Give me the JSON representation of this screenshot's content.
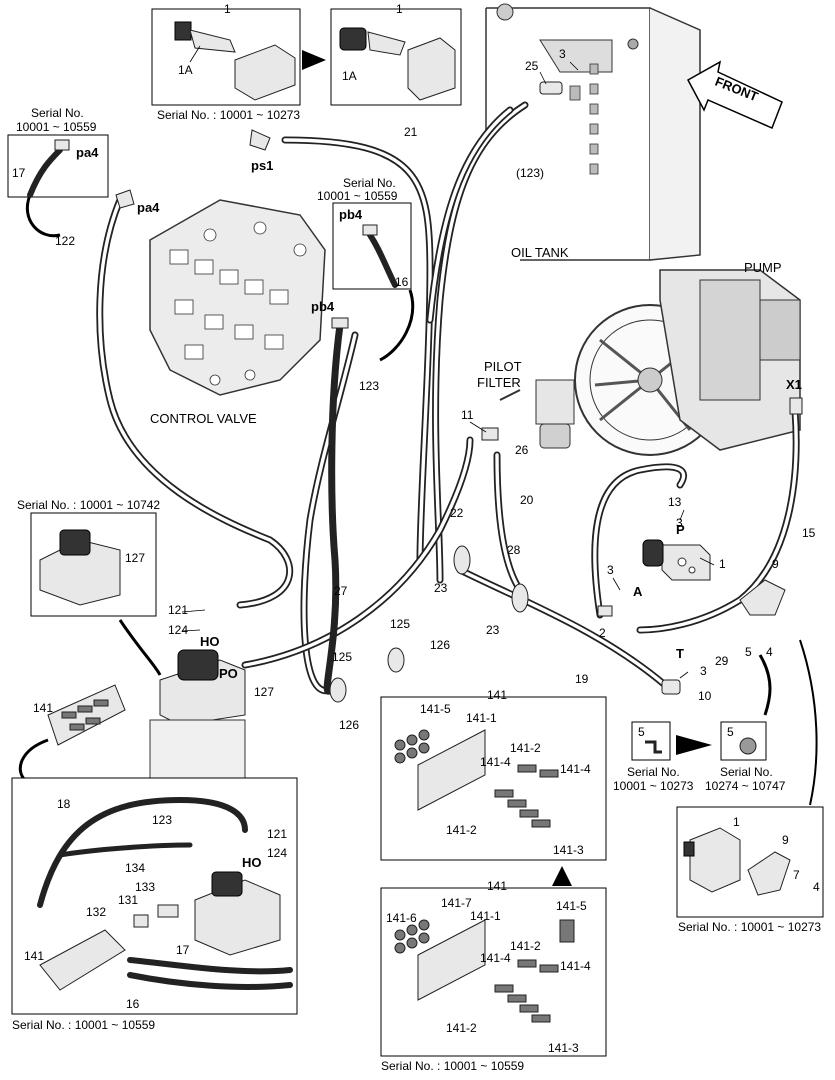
{
  "components": {
    "oil_tank": "OIL TANK",
    "pump": "PUMP",
    "pilot_filter": [
      "PILOT",
      "FILTER"
    ],
    "control_valve": "CONTROL VALVE",
    "front": "FRONT"
  },
  "serials": {
    "s10273": "Serial No. : 10001 ~ 10273",
    "s10559": "Serial No. : 10001 ~ 10559",
    "s10742": "Serial No. : 10001 ~ 10742",
    "serial_no": "Serial No.",
    "r10559": "10001 ~ 10559",
    "r10273": "10001 ~ 10273",
    "r10747": "10274 ~ 10747"
  },
  "ports": {
    "pa4": "pa4",
    "pb4": "pb4",
    "ps1": "ps1",
    "ho": "HO",
    "po": "PO",
    "p": "P",
    "a": "A",
    "t": "T",
    "x1": "X1"
  },
  "callouts": {
    "c1": "1",
    "c1a": "1A",
    "c2": "2",
    "c3": "3",
    "c4": "4",
    "c5": "5",
    "c7": "7",
    "c9": "9",
    "c10": "10",
    "c11": "11",
    "c13": "13",
    "c15": "15",
    "c16": "16",
    "c17": "17",
    "c18": "18",
    "c19": "19",
    "c20": "20",
    "c21": "21",
    "c22": "22",
    "c23": "23",
    "c25": "25",
    "c26": "26",
    "c27": "27",
    "c28": "28",
    "c29": "29",
    "c121": "121",
    "c122": "122",
    "c123": "123",
    "c123p": "(123)",
    "c124": "124",
    "c125": "125",
    "c126": "126",
    "c127": "127",
    "c131": "131",
    "c132": "132",
    "c133": "133",
    "c134": "134",
    "c141": "141",
    "c141_1": "141-1",
    "c141_2": "141-2",
    "c141_3": "141-3",
    "c141_4": "141-4",
    "c141_5": "141-5",
    "c141_6": "141-6",
    "c141_7": "141-7"
  }
}
